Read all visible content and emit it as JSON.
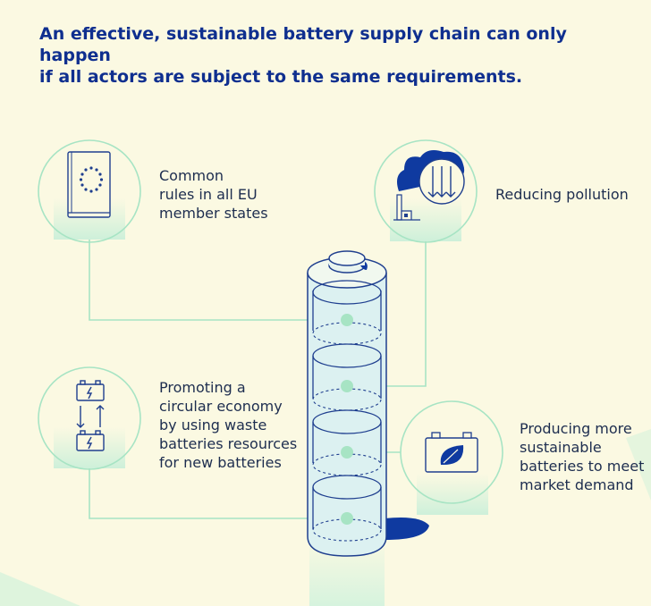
{
  "title": {
    "line1": "An effective, sustainable battery supply chain can only happen",
    "line2": "if all actors are subject to the same requirements."
  },
  "items": [
    {
      "icon": "eu-rulebook-icon",
      "lines": [
        "Common",
        "rules in all EU",
        "member states"
      ]
    },
    {
      "icon": "factory-pollution-icon",
      "lines": [
        "Reducing pollution"
      ]
    },
    {
      "icon": "battery-recycling-icon",
      "lines": [
        "Promoting a",
        "circular economy",
        "by using waste",
        "batteries resources",
        "for new batteries"
      ]
    },
    {
      "icon": "eco-battery-icon",
      "lines": [
        "Producing more",
        "sustainable",
        "batteries to meet",
        "market demand"
      ]
    }
  ],
  "colors": {
    "background": "#fbf9e2",
    "title": "#0f2f8f",
    "outline": "#1f3f8f",
    "accent_green": "#a7e4c4",
    "battery_fill": "#d7f0f4",
    "shadow": "#0f3aa0"
  }
}
